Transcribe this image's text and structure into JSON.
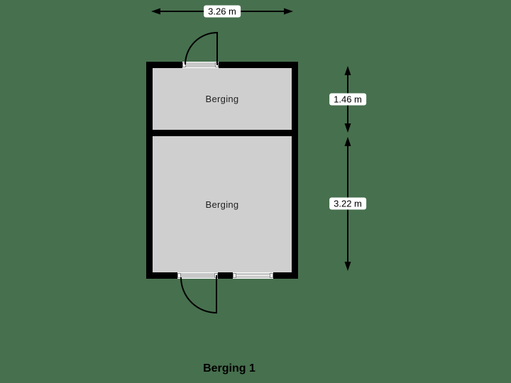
{
  "plan": {
    "title": "Berging 1",
    "rooms": [
      {
        "label": "Berging"
      },
      {
        "label": "Berging"
      }
    ],
    "dimensions": {
      "total_width": "3.26 m",
      "room_top_depth": "1.46 m",
      "room_bottom_depth": "3.22 m"
    },
    "features": {
      "doors": [
        "exterior-door-top",
        "exterior-door-bottom"
      ],
      "windows": [
        "window-bottom-wall"
      ]
    },
    "colors": {
      "background": "#47704e",
      "wall": "#000000",
      "room_fill": "#cfcfcf",
      "door_window_fill": "#c8c8c8",
      "frame": "#ffffff",
      "dimension_label_bg": "#ffffff",
      "text": "#000000"
    }
  }
}
